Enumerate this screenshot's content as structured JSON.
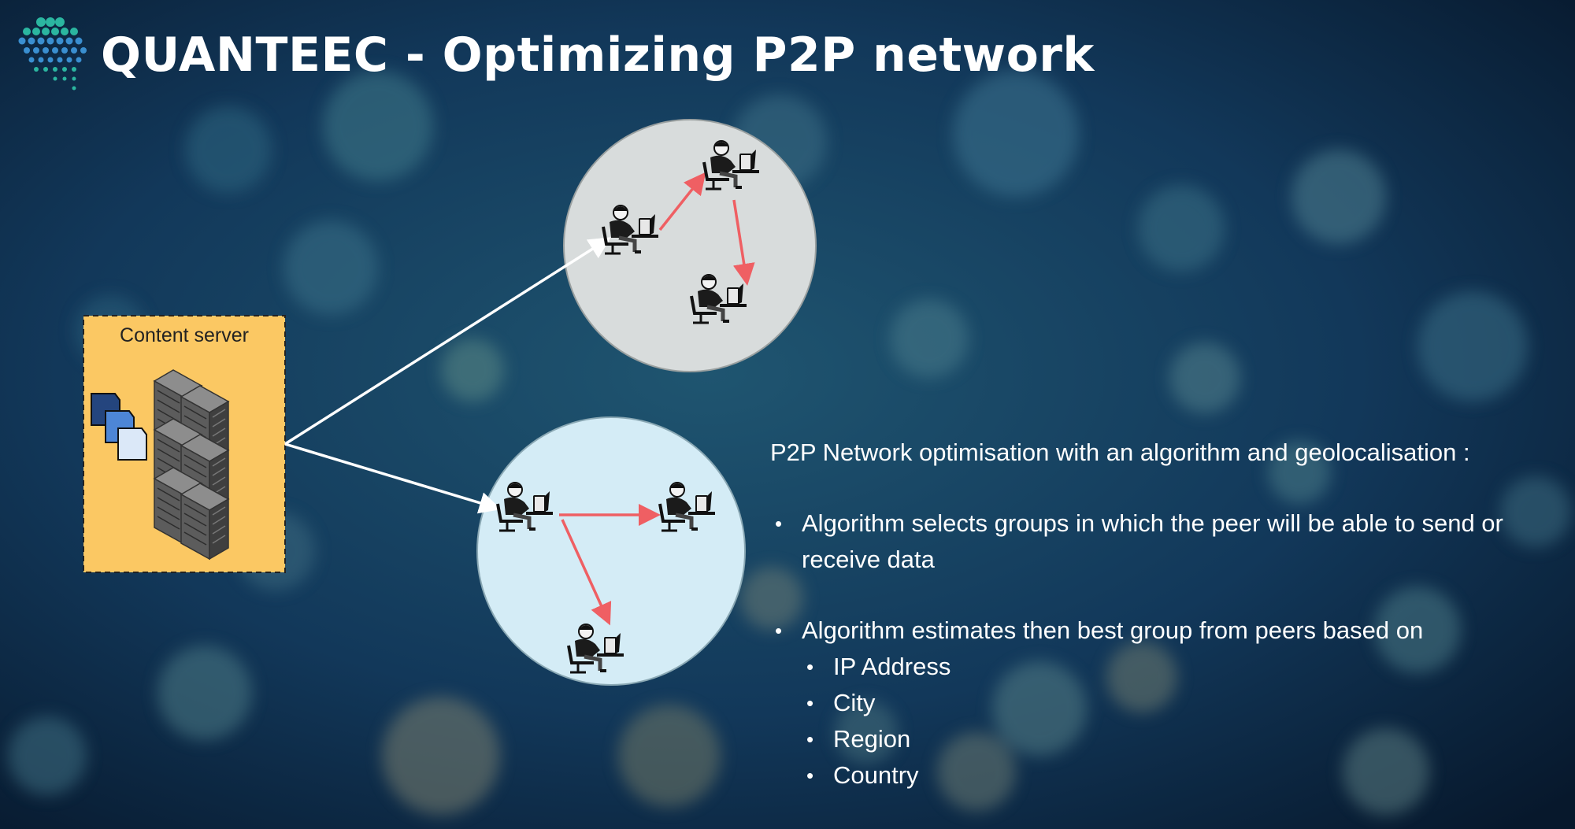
{
  "slide": {
    "title": "QUANTEEC - Optimizing P2P network"
  },
  "colors": {
    "background": "#0b2a44",
    "server_box": "#fbc863",
    "group_top": "#d8dcdc",
    "group_bottom": "#d4ecf6",
    "white_arrow": "#ffffff",
    "red_arrow": "#ef5f63",
    "logo_teal": "#2bb6a0",
    "logo_blue": "#3a8fd0"
  },
  "diagram": {
    "server": {
      "label": "Content server",
      "icon": "server-rack-icon",
      "doc_icon": "documents-icon"
    },
    "groups": [
      {
        "name": "group-top",
        "peers": [
          {
            "icon": "peer-computer-user-icon"
          },
          {
            "icon": "peer-computer-user-icon"
          },
          {
            "icon": "peer-computer-user-icon"
          }
        ]
      },
      {
        "name": "group-bottom",
        "peers": [
          {
            "icon": "peer-computer-user-icon"
          },
          {
            "icon": "peer-computer-user-icon"
          },
          {
            "icon": "peer-computer-user-icon"
          }
        ]
      }
    ]
  },
  "content": {
    "intro": "P2P Network optimisation with an algorithm and geolocalisation :",
    "bullets": [
      "Algorithm selects groups in which the peer will be able to send or receive data",
      "Algorithm estimates then best group from peers based on"
    ],
    "subbullets": [
      "IP Address",
      "City",
      "Region",
      "Country"
    ]
  }
}
